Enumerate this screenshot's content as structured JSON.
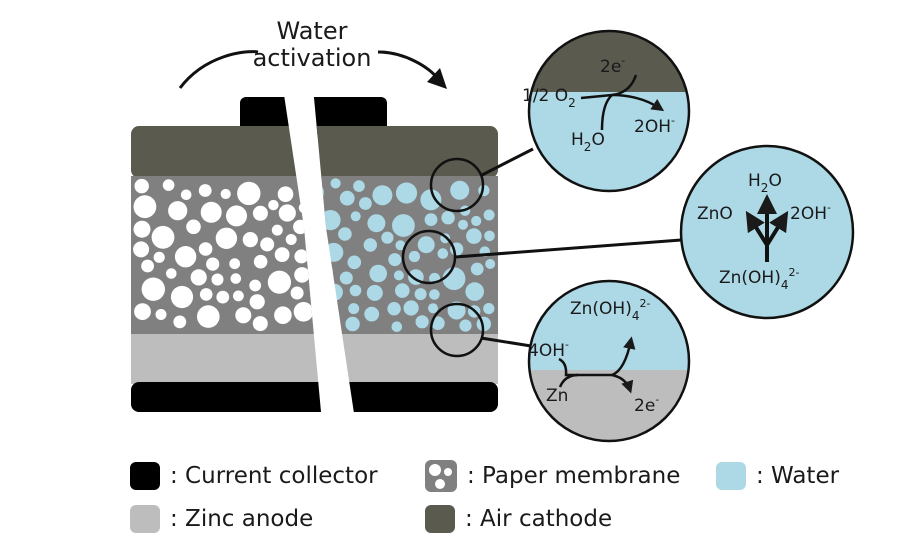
{
  "title": {
    "line1": "Water",
    "line2": "activation"
  },
  "colors": {
    "current_collector": "#000000",
    "zinc_anode": "#bdbdbd",
    "air_cathode": "#5b5a4f",
    "paper_membrane": "#808080",
    "water": "#add8e6",
    "outline": "#1a1a1a"
  },
  "zooms": {
    "cathode": {
      "electrons": "2e",
      "electrons_sup": "-",
      "oxygen_prefix": "1/2 O",
      "oxygen_sub": "2",
      "water_prefix": "H",
      "water_sub": "2",
      "water_suffix": "O",
      "hydroxide": "2OH",
      "hydroxide_sup": "-"
    },
    "membrane": {
      "water_prefix": "H",
      "water_sub": "2",
      "water_suffix": "O",
      "zinc_oxide": "ZnO",
      "hydroxide": "2OH",
      "hydroxide_sup": "-",
      "zincate_prefix": "Zn(OH)",
      "zincate_sub": "4",
      "zincate_sup": "2-"
    },
    "anode": {
      "zincate_prefix": "Zn(OH)",
      "zincate_sub": "4",
      "zincate_sup": "2-",
      "hydroxide": "4OH",
      "hydroxide_sup": "-",
      "zinc": "Zn",
      "electrons": "2e",
      "electrons_sup": "-"
    }
  },
  "legend": [
    {
      "label": ": Current collector",
      "icon": "black-square"
    },
    {
      "label": ": Paper membrane",
      "icon": "paper-membrane-swatch"
    },
    {
      "label": ": Water",
      "icon": "light-blue-square"
    },
    {
      "label": ": Zinc anode",
      "icon": "light-gray-square"
    },
    {
      "label": ": Air cathode",
      "icon": "dark-olive-square"
    }
  ]
}
